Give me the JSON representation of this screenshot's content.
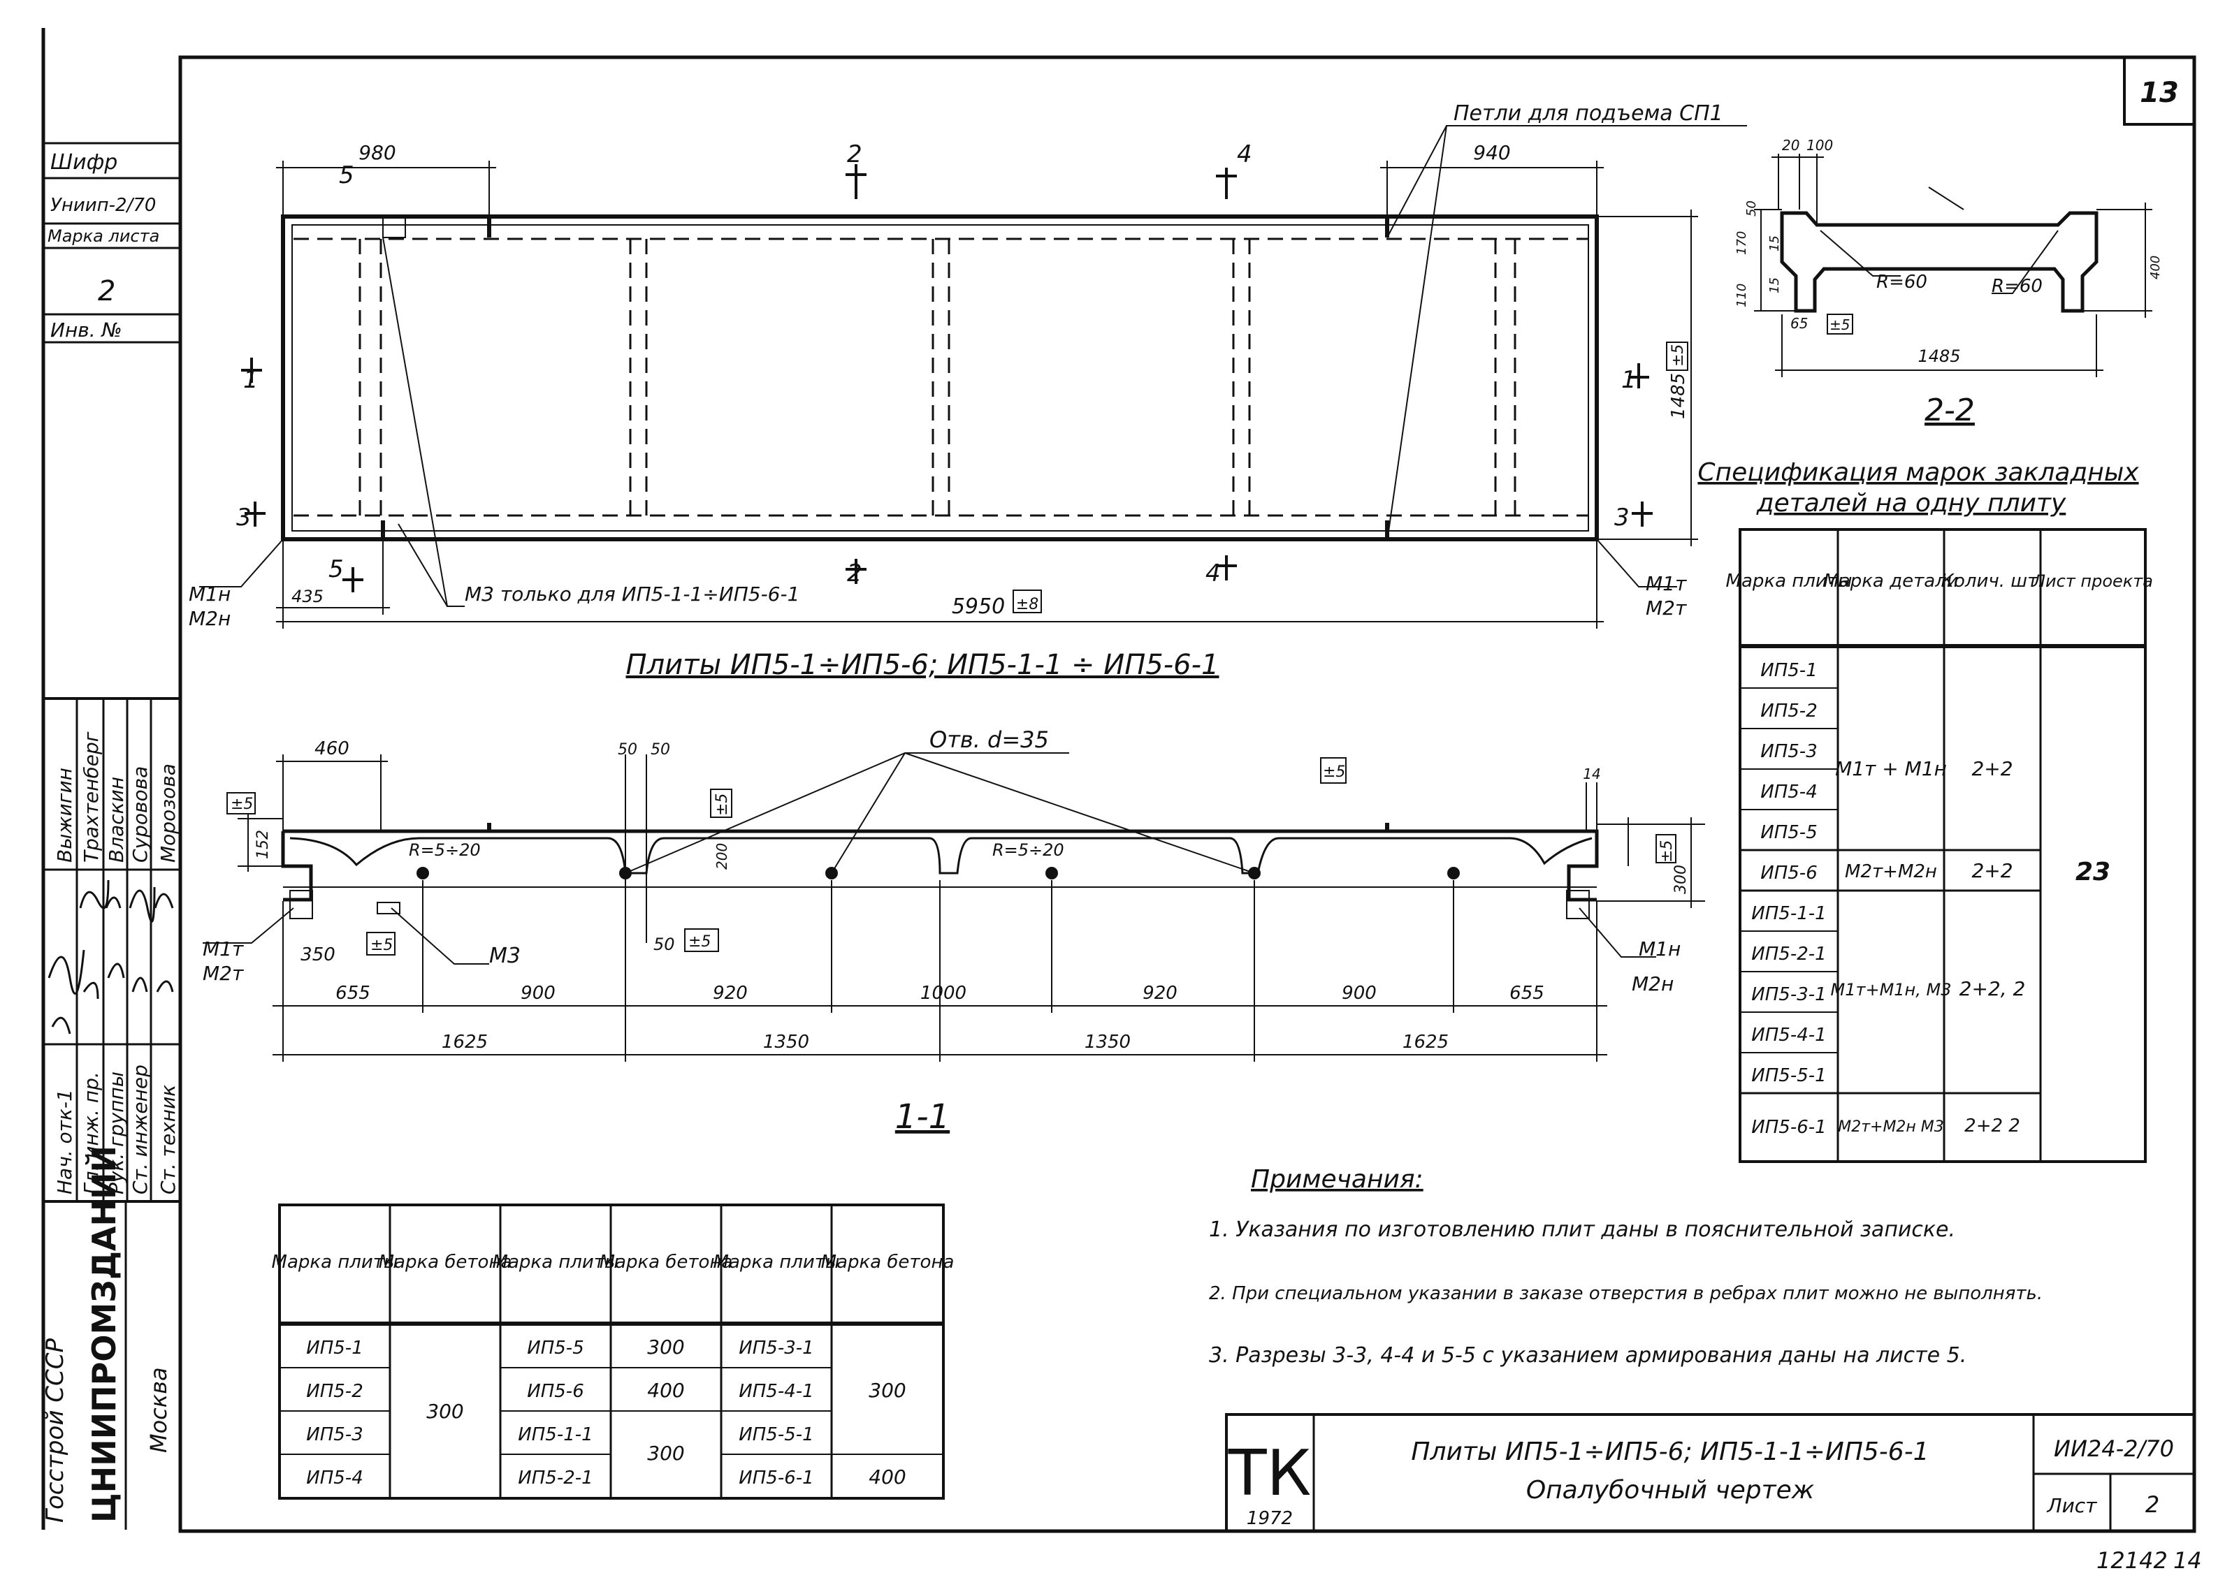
{
  "sheet": {
    "number": "13",
    "bottom_number": "12142",
    "bottom_page": "14"
  },
  "side_stamp": {
    "cipher_label": "Шифр",
    "cipher_value": "Униип-2/70",
    "folder_label": "Марка листа",
    "folder_value": "2",
    "inv_label": "Инв. №",
    "roles": [
      "Нач. отк-1",
      "Гл. инж. пр.",
      "Рук. группы",
      "Ст. инженер",
      "Ст. техник"
    ],
    "names": [
      "Выжигин",
      "Трахтенберг",
      "Власкин",
      "Суровова",
      "Морозова"
    ],
    "org_ministry": "Госстрой СССР",
    "org_institute": "ЦНИИПРОМЗДАНИЙ",
    "org_city": "Москва"
  },
  "plan": {
    "title": "Плиты ИП5-1÷ИП5-6; ИП5-1-1 ÷ ИП5-6-1",
    "lifting_loops": "Петли для подъема СП1",
    "m3_note": "М3 только для ИП5-1-1÷ИП5-6-1",
    "dim_left_top": "980",
    "dim_right_top": "940",
    "dim_bottom_left": "435",
    "dim_length": "5950",
    "dim_length_tol": "±8",
    "dim_width": "1485",
    "dim_width_tol": "±5",
    "section_marks": [
      "1",
      "1",
      "2",
      "2",
      "3",
      "3",
      "4",
      "4",
      "5",
      "5"
    ],
    "left_marks": [
      "М1н",
      "М2н"
    ],
    "right_marks": [
      "М1т",
      "М2т"
    ]
  },
  "section11": {
    "title": "1-1",
    "hole_label": "Отв. d=35",
    "radius_left": "R=5÷20",
    "radius_mid": "R=5÷20",
    "m3_label": "М3",
    "tol_5": "±5",
    "dims_top": [
      "460",
      "50",
      "50",
      "14"
    ],
    "height_152": "152",
    "height_200": "200",
    "height_300": "300",
    "rib_50": "50",
    "row1": [
      "350",
      "655",
      "900",
      "920",
      "1000",
      "920",
      "900",
      "655"
    ],
    "row2": [
      "1625",
      "1350",
      "1350",
      "1625"
    ],
    "left_marks": [
      "М1т",
      "М2т"
    ],
    "right_marks": [
      "М1н",
      "М2н"
    ]
  },
  "section22": {
    "title": "2-2",
    "dims": [
      "20",
      "100",
      "50",
      "170",
      "15",
      "110",
      "15",
      "65",
      "±5",
      "400",
      "1485"
    ],
    "r_left": "R=60",
    "r_right": "R=60"
  },
  "spec_table": {
    "title_line1": "Спецификация марок закладных",
    "title_line2": "деталей на одну плиту",
    "headers": [
      "Марка плиты",
      "Марка детали",
      "Колич. шт.",
      "Лист проекта"
    ],
    "plates": [
      "ИП5-1",
      "ИП5-2",
      "ИП5-3",
      "ИП5-4",
      "ИП5-5",
      "ИП5-6",
      "ИП5-1-1",
      "ИП5-2-1",
      "ИП5-3-1",
      "ИП5-4-1",
      "ИП5-5-1",
      "ИП5-6-1"
    ],
    "group1_detail": "М1т + М1н",
    "group1_qty": "2+2",
    "group2_detail": "М2т+М2н",
    "group2_qty": "2+2",
    "group3_detail": "М1т+М1н, М3",
    "group3_qty": "2+2, 2",
    "group4_detail": "М2т+М2н М3",
    "group4_qty": "2+2 2",
    "sheet_ref": "23"
  },
  "concrete_table": {
    "headers": [
      "Марка плиты",
      "Марка бетона",
      "Марка плиты",
      "Марка бетона",
      "Марка плиты",
      "Марка бетона"
    ],
    "col1": [
      "ИП5-1",
      "ИП5-2",
      "ИП5-3",
      "ИП5-4"
    ],
    "col1_grade": "300",
    "col2": [
      "ИП5-5",
      "ИП5-6",
      "ИП5-1-1",
      "ИП5-2-1"
    ],
    "col2_grades": [
      "300",
      "400",
      "300"
    ],
    "col3": [
      "ИП5-3-1",
      "ИП5-4-1",
      "ИП5-5-1",
      "ИП5-6-1"
    ],
    "col3_grades": [
      "300",
      "400"
    ]
  },
  "notes": {
    "title": "Примечания:",
    "items": [
      "1. Указания по изготовлению плит даны в пояснительной записке.",
      "2. При специальном указании в заказе отверстия в ребрах плит можно не выполнять.",
      "3. Разрезы 3-3, 4-4 и 5-5 с указанием армирования даны на листе 5."
    ]
  },
  "title_block": {
    "logo": "ТК",
    "year": "1972",
    "line1": "Плиты ИП5-1÷ИП5-6; ИП5-1-1÷ИП5-6-1",
    "line2": "Опалубочный чертеж",
    "code": "ИИ24-2/70",
    "sheet_label": "Лист",
    "sheet_no": "2"
  }
}
